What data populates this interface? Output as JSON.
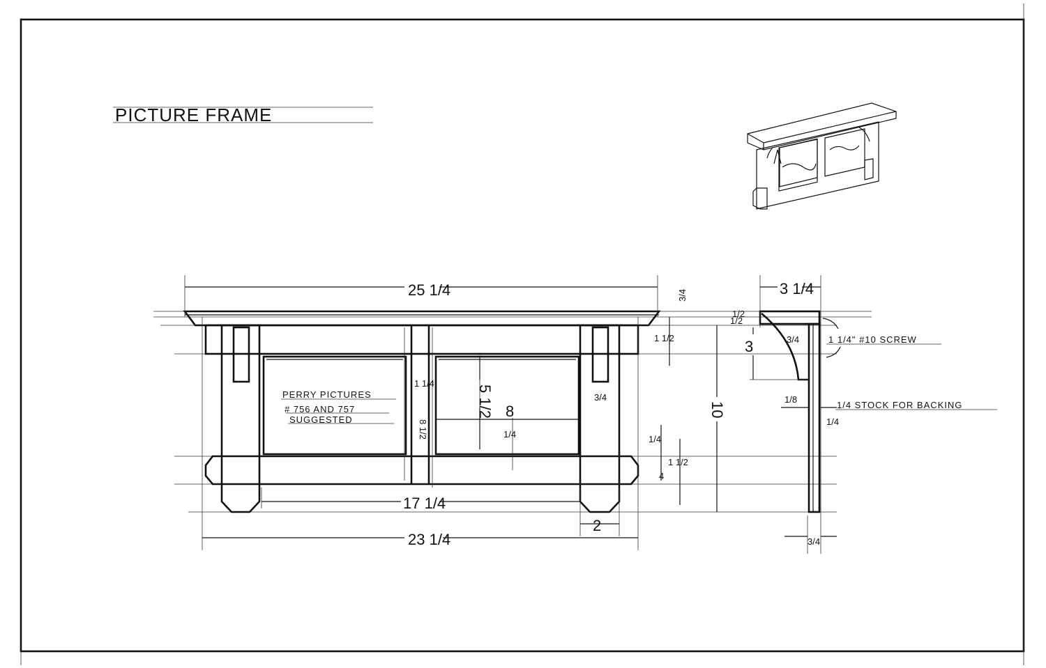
{
  "title": "PICTURE FRAME",
  "note": {
    "line1": "PERRY PICTURES",
    "line2": "# 756 AND 757",
    "line3": "SUGGESTED"
  },
  "front_dims": {
    "overall_top": "25 1/4",
    "top_thickness": "3/4",
    "rail": "1 1/2",
    "height": "10",
    "mullion": "1 1/4",
    "opening_height": "5 1/2",
    "opening_width": "8",
    "half_inch": "1/2",
    "quarter_1": "1/4",
    "leg_block": "3/4",
    "frame_height": "8 1/2",
    "quarter_2": "1/4",
    "bottom_rail": "1 1/2",
    "four": "4",
    "inner_width": "17 1/4",
    "leg_width": "2",
    "overall_width": "23 1/4"
  },
  "side_dims": {
    "depth": "3 1/4",
    "top_thickness": "1/2",
    "bracket_height": "3",
    "bracket_offset": "3/4",
    "screw": "1 1/4\" #10 SCREW",
    "backing": "1/4 STOCK FOR BACKING",
    "eighth": "1/8",
    "quarter": "1/4",
    "thickness": "3/4"
  }
}
